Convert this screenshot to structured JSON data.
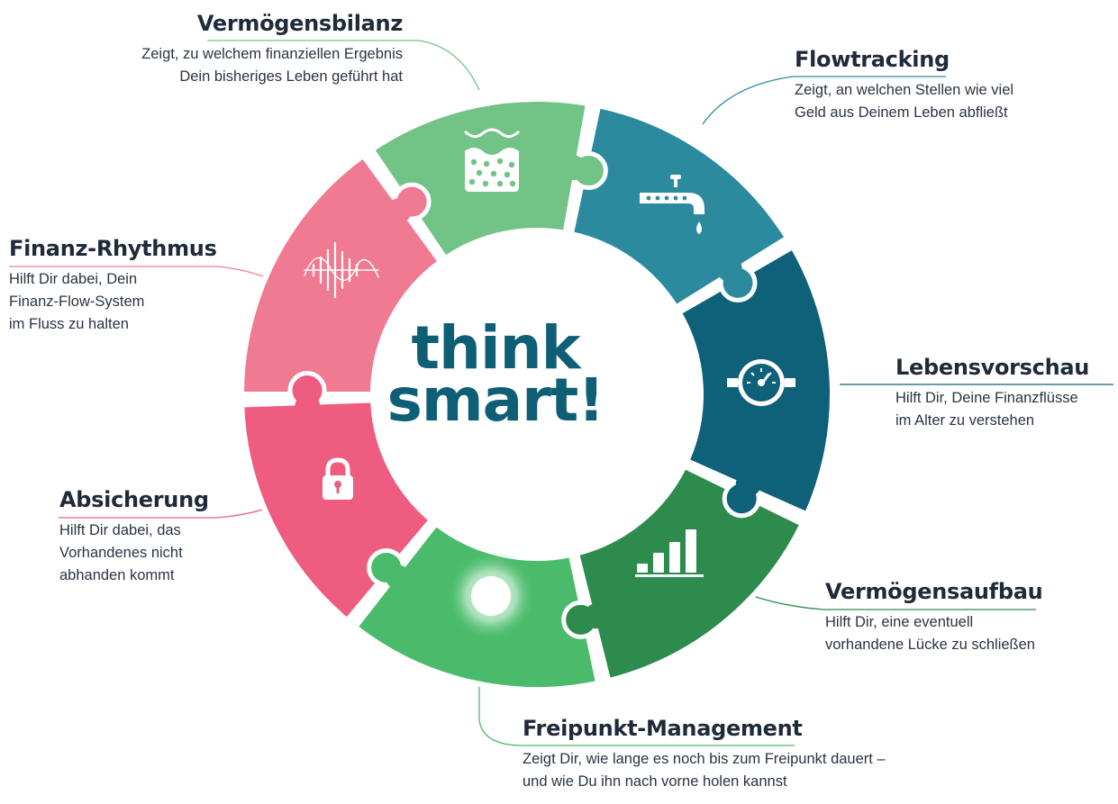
{
  "center": {
    "line1": "think",
    "line2": "smart!"
  },
  "segments": [
    {
      "id": "vermoegensbilanz",
      "title": "Vermögensbilanz",
      "desc": [
        "Zeigt, zu welchem finanziellen Ergebnis",
        "Dein bisheriges Leben geführt hat"
      ],
      "color": "#72c386",
      "icon": "basin-with-bubbles-icon"
    },
    {
      "id": "flowtracking",
      "title": "Flowtracking",
      "desc": [
        "Zeigt, an welchen Stellen wie viel",
        "Geld aus Deinem Leben abfließt"
      ],
      "color": "#2b8a9e",
      "icon": "water-tap-icon"
    },
    {
      "id": "lebensvorschau",
      "title": "Lebensvorschau",
      "desc": [
        "Hilft Dir, Deine Finanzflüsse",
        "im Alter zu verstehen"
      ],
      "color": "#0f6079",
      "icon": "gauge-meter-icon"
    },
    {
      "id": "vermoegensaufbau",
      "title": "Vermögensaufbau",
      "desc": [
        "Hilft Dir, eine eventuell",
        "vorhandene Lücke zu schließen"
      ],
      "color": "#2d8b4e",
      "icon": "bar-chart-icon"
    },
    {
      "id": "freipunkt",
      "title": "Freipunkt-Management",
      "desc": [
        "Zeigt Dir, wie lange es noch bis zum Freipunkt dauert –",
        "und wie Du ihn nach vorne holen kannst"
      ],
      "color": "#49bb6a",
      "icon": "glowing-sun-icon"
    },
    {
      "id": "absicherung",
      "title": "Absicherung",
      "desc": [
        "Hilft Dir dabei, das",
        "Vorhandenes nicht",
        "abhanden kommt"
      ],
      "color": "#ee5c7f",
      "icon": "padlock-icon"
    },
    {
      "id": "finanzrhythmus",
      "title": "Finanz-Rhythmus",
      "desc": [
        "Hilft Dir dabei, Dein",
        "Finanz-Flow-System",
        "im Fluss zu halten"
      ],
      "color": "#f07a92",
      "icon": "soundwave-icon"
    }
  ]
}
